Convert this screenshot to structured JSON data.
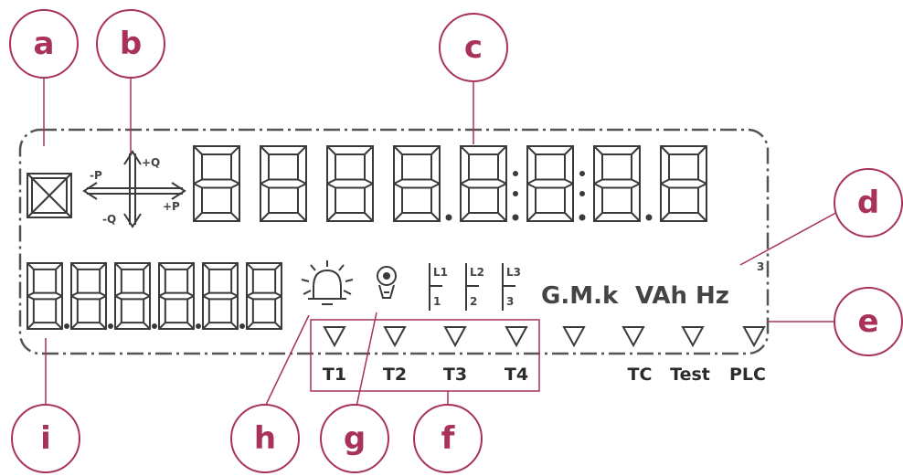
{
  "callouts": [
    {
      "id": "a",
      "letter": "a"
    },
    {
      "id": "b",
      "letter": "b"
    },
    {
      "id": "c",
      "letter": "c"
    },
    {
      "id": "d",
      "letter": "d"
    },
    {
      "id": "e",
      "letter": "e"
    },
    {
      "id": "f",
      "letter": "f"
    },
    {
      "id": "g",
      "letter": "g"
    },
    {
      "id": "h",
      "letter": "h"
    },
    {
      "id": "i",
      "letter": "i"
    }
  ],
  "quadrant_labels": {
    "pos_q": "+Q",
    "neg_q": "-Q",
    "neg_p": "-P",
    "pos_p": "+P"
  },
  "line_labels": {
    "l1": "L1",
    "l2": "L2",
    "l3": "L3",
    "r1": "1",
    "r2": "2",
    "r3": "3"
  },
  "units_text": "G.M.k",
  "units_tail": "VAh Hz",
  "units_superscript": "3",
  "tariff_labels": [
    "T1",
    "T2",
    "T3",
    "T4"
  ],
  "status_labels": [
    "TC",
    "Test",
    "PLC"
  ],
  "colors": {
    "accent": "#a8325a",
    "segment": "#3a3a3a",
    "frame": "#555555"
  }
}
